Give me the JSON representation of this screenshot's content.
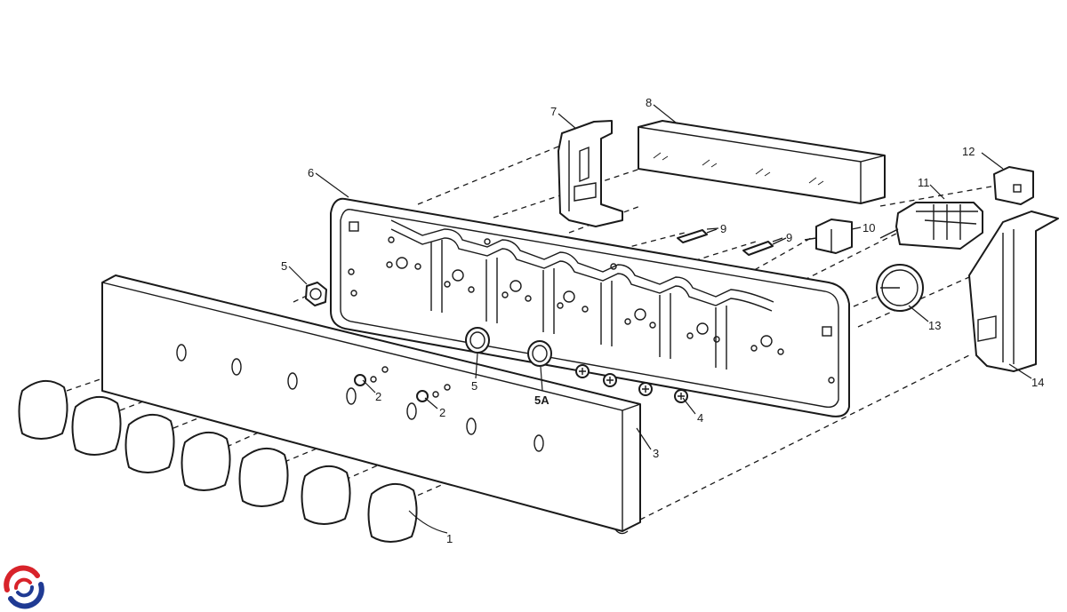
{
  "diagram": {
    "callouts": {
      "c1": "1",
      "c2a": "2",
      "c2b": "2",
      "c3": "3",
      "c4": "4",
      "c5a": "5",
      "c5b": "5",
      "c5A": "5A",
      "c6": "6",
      "c7": "7",
      "c8": "8",
      "c9a": "9",
      "c9b": "9",
      "c10": "10",
      "c11": "11",
      "c12": "12",
      "c13": "13",
      "c14": "14"
    },
    "knob_count": 7
  },
  "logo": {
    "name": "brand-swirl-logo",
    "colors": [
      "#d8232a",
      "#1f3a93"
    ]
  }
}
